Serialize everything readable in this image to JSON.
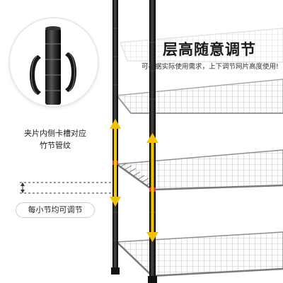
{
  "headline": {
    "title": "层高随意调节",
    "subtitle": "可根据实际使用需求，上下调节网片高度使用!"
  },
  "detail": {
    "note_line1": "夹片内侧卡槽对应",
    "note_line2": "竹节管纹"
  },
  "interval_label": "每小节均可调节",
  "colors": {
    "pole": "#111111",
    "arrow": "#f2c200",
    "marker": "#e03030",
    "wire": "#b9b9b9"
  }
}
